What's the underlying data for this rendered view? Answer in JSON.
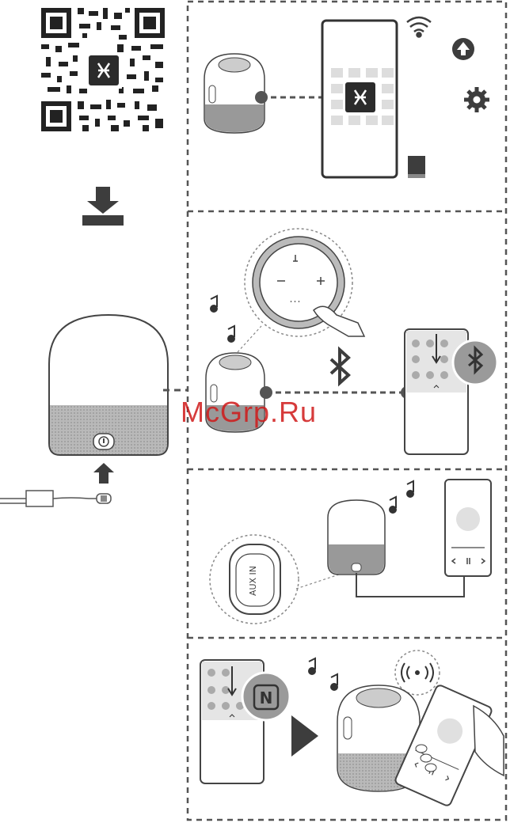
{
  "panels": {
    "aux_label": "AUX IN",
    "nfc_symbol": "N"
  },
  "watermark": "McGrp.Ru",
  "icons": [
    "qr-code-icon",
    "app-logo-icon",
    "download-icon",
    "wifi-icon",
    "upload-icon",
    "gear-icon",
    "manual-book-icon",
    "bluetooth-icon",
    "music-note-icon",
    "nfc-icon",
    "play-arrow-icon",
    "wave-signal-icon",
    "power-adapter-icon",
    "arrow-up-icon"
  ],
  "colors": {
    "line": "#4a4a4a",
    "dark": "#3d3d3d",
    "mid": "#8c8c8c",
    "light": "#d9d9d9",
    "logo": "#2b2b2b"
  }
}
